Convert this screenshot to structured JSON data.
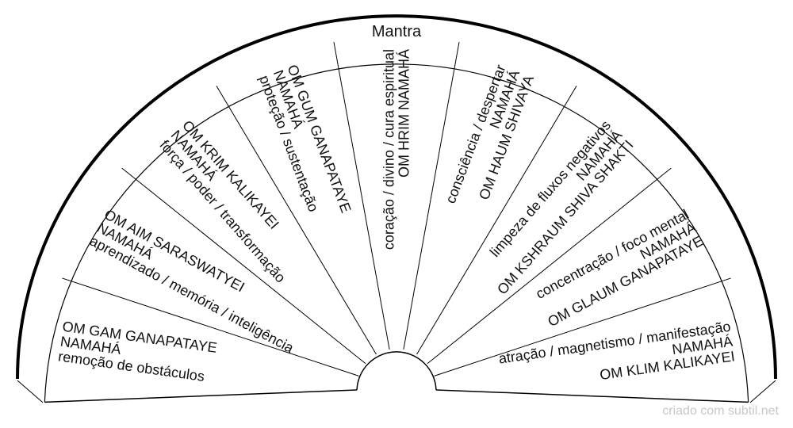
{
  "title": "Mantra",
  "credit": "criado com subtil.net",
  "colors": {
    "stroke": "#000000",
    "text": "#111111",
    "credit": "#c8c8c8",
    "background": "#ffffff"
  },
  "sectors": [
    {
      "mantra_line1": "OM GAM GANAPATAYE",
      "mantra_line2": "NAMAHÁ",
      "meaning": "remoção de obstáculos"
    },
    {
      "mantra_line1": "OM AIM SARASWATYEI",
      "mantra_line2": "NAMAHÁ",
      "meaning": "aprendizado / memória / inteligência"
    },
    {
      "mantra_line1": "OM KRIM KALIKAYEI",
      "mantra_line2": "NAMAHÁ",
      "meaning": "força / poder / transformação"
    },
    {
      "mantra_line1": "OM GUM GANAPATAYE",
      "mantra_line2": "NAMAHÁ",
      "meaning": "proteção / sustentação"
    },
    {
      "mantra_line1": "OM HRIM NAMAHÁ",
      "mantra_line2": "",
      "meaning": "coração / divino / cura espiritual"
    },
    {
      "mantra_line1": "OM HAUM SHIVAYA",
      "mantra_line2": "NAMAHÁ",
      "meaning": "consciência / despertar"
    },
    {
      "mantra_line1": "OM KSHRAUM SHIVA SHAKTI",
      "mantra_line2": "NAMAHÁ",
      "meaning": "limpeza de fluxos negativos"
    },
    {
      "mantra_line1": "OM GLAUM GANAPATAYE",
      "mantra_line2": "NAMAHÁ",
      "meaning": "concentração / foco mental"
    },
    {
      "mantra_line1": "OM KLIM KALIKAYEI",
      "mantra_line2": "NAMAHÁ",
      "meaning": "atração / magnetismo / manifestação"
    }
  ]
}
